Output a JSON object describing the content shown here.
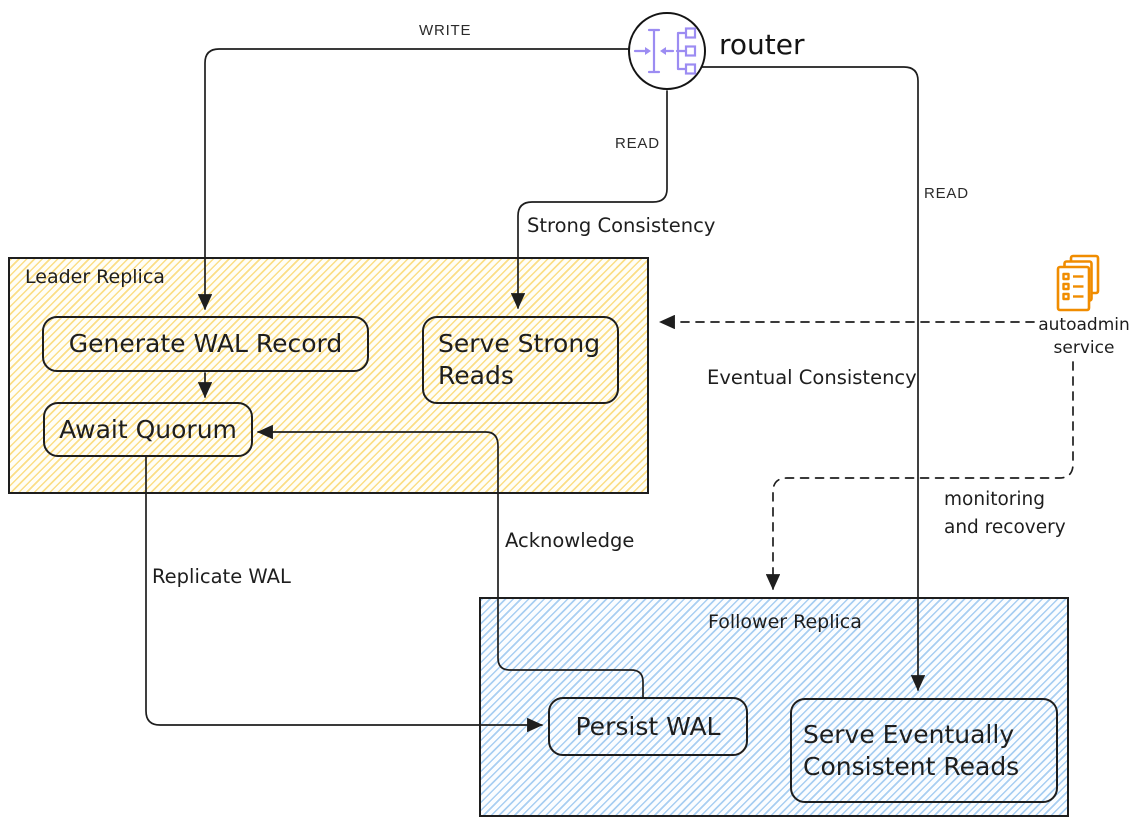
{
  "router": {
    "label": "router"
  },
  "groups": {
    "leader": {
      "title": "Leader Replica"
    },
    "follower": {
      "title": "Follower Replica"
    }
  },
  "nodes": {
    "generate_wal": {
      "label": "Generate WAL Record"
    },
    "await_quorum": {
      "label": "Await Quorum"
    },
    "serve_strong": {
      "label": "Serve Strong\nReads"
    },
    "persist_wal": {
      "label": "Persist WAL"
    },
    "serve_eventual": {
      "label": "Serve Eventually\nConsistent Reads"
    }
  },
  "service": {
    "label": "autoadmin\nservice"
  },
  "edges": {
    "write": {
      "label": "WRITE"
    },
    "read_left": {
      "label": "READ"
    },
    "read_right": {
      "label": "READ"
    },
    "strong": {
      "label": "Strong Consistency"
    },
    "eventual": {
      "label": "Eventual Consistency"
    },
    "acknowledge": {
      "label": "Acknowledge"
    },
    "replicate": {
      "label": "Replicate WAL"
    },
    "monitoring": {
      "label": "monitoring\nand recovery"
    }
  },
  "colors": {
    "ink": "#1e1e1e",
    "leader_hatch": "#fad873",
    "follower_hatch": "#94c3ee",
    "router_icon": "#9c8cf2",
    "service_icon": "#f08c00"
  }
}
